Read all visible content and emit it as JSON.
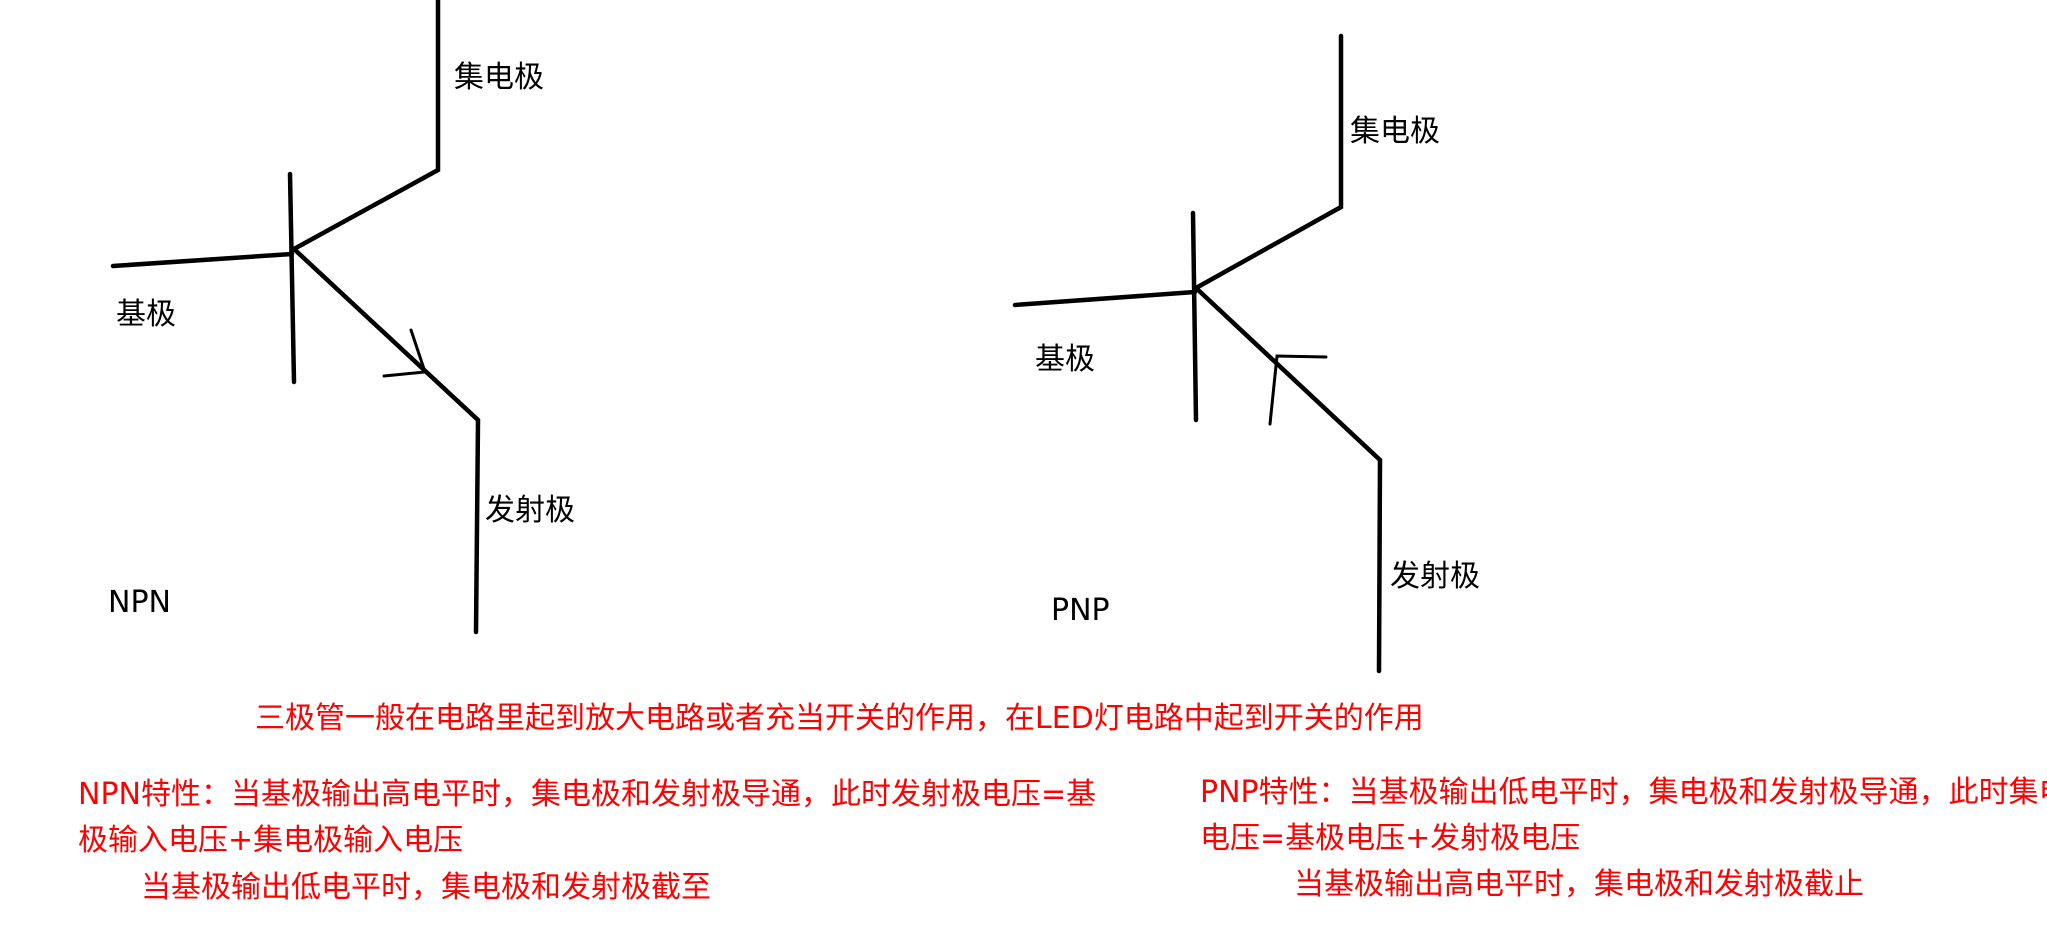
{
  "colors": {
    "ink": "#000000",
    "note": "#ff0000"
  },
  "npn": {
    "name": "NPN",
    "collector": "集电极",
    "base": "基极",
    "emitter": "发射极"
  },
  "pnp": {
    "name": "PNP",
    "collector": "集电极",
    "base": "基极",
    "emitter": "发射极"
  },
  "notes": {
    "summary": "三极管一般在电路里起到放大电路或者充当开关的作用，在LED灯电路中起到开关的作用",
    "npn_line1": "NPN特性：当基极输出高电平时，集电极和发射极导通，此时发射极电压=基",
    "npn_line2": "极输入电压+集电极输入电压",
    "npn_line3": "当基极输出低电平时，集电极和发射极截至",
    "pnp_line1": "PNP特性：当基极输出低电平时，集电极和发射极导通，此时集电极",
    "pnp_line2": "电压=基极电压+发射极电压",
    "pnp_line3": "当基极输出高电平时，集电极和发射极截止"
  }
}
